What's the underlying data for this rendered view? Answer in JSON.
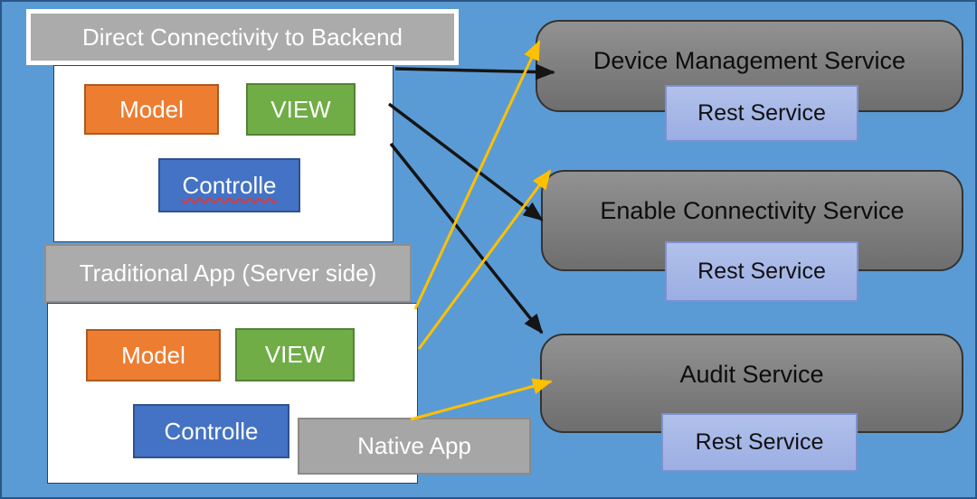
{
  "diagram": {
    "left": {
      "direct_header": "Direct Connectivity to Backend",
      "top_mvc": {
        "model": "Model",
        "view": "VIEW",
        "controller": "Controlle"
      },
      "traditional_header": "Traditional App (Server side)",
      "bottom_mvc": {
        "model": "Model",
        "view": "VIEW",
        "controller": "Controlle"
      },
      "native_app": "Native App"
    },
    "services": [
      {
        "name": "Device Management Service",
        "rest_label": "Rest Service"
      },
      {
        "name": "Enable Connectivity Service",
        "rest_label": "Rest Service"
      },
      {
        "name": "Audit Service",
        "rest_label": "Rest Service"
      }
    ],
    "connections": [
      {
        "from": "direct-connectivity-app",
        "to": "device-management-service",
        "color": "black"
      },
      {
        "from": "direct-connectivity-app",
        "to": "enable-connectivity-service",
        "color": "black"
      },
      {
        "from": "direct-connectivity-app",
        "to": "audit-service",
        "color": "black"
      },
      {
        "from": "traditional-app",
        "to": "device-management-service",
        "color": "yellow"
      },
      {
        "from": "traditional-app",
        "to": "enable-connectivity-service",
        "color": "yellow"
      },
      {
        "from": "native-app",
        "to": "audit-service",
        "color": "yellow"
      }
    ],
    "colors": {
      "background": "#5B9BD5",
      "frame_border": "#2B5586",
      "header_gray": "#ABABAB",
      "service_gray_top": "#929292",
      "service_gray_bottom": "#6E6E6E",
      "model_orange": "#ED7D31",
      "view_green": "#70AD47",
      "controller_blue": "#4472C4",
      "rest_fill": "#A8B9E8",
      "rest_border": "#7D90CE",
      "arrow_black": "#151515",
      "arrow_yellow": "#FFC000"
    }
  }
}
